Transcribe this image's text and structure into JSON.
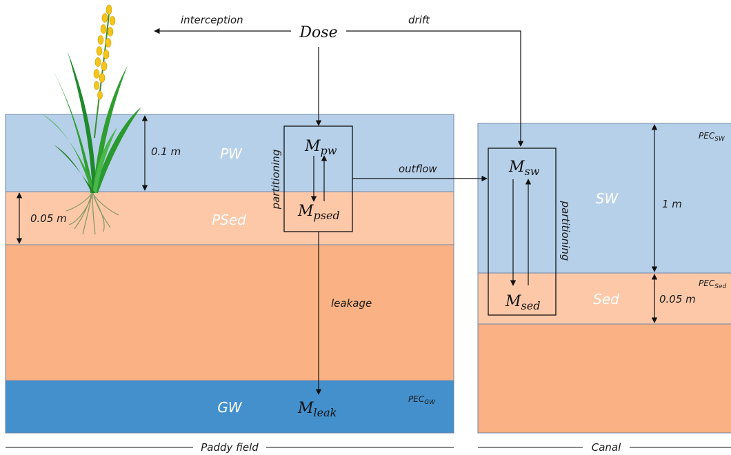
{
  "dose": {
    "label": "Dose"
  },
  "flows": {
    "interception": "interception",
    "drift": "drift",
    "outflow": "outflow",
    "leakage": "leakage",
    "partitioning_paddy": "partitioning",
    "partitioning_canal": "partitioning"
  },
  "paddy_field": {
    "title": "Paddy field",
    "layers": {
      "pw": "PW",
      "psed": "PSed",
      "gw": "GW"
    },
    "depths": {
      "pw": "0.1 m",
      "psed": "0.05 m"
    },
    "masses": {
      "pw": {
        "base": "M",
        "sub": "pw"
      },
      "psed": {
        "base": "M",
        "sub": "psed"
      },
      "leak": {
        "base": "M",
        "sub": "leak"
      }
    },
    "pec_gw": {
      "base": "PEC",
      "sub": "GW"
    }
  },
  "canal": {
    "title": "Canal",
    "layers": {
      "sw": "SW",
      "sed": "Sed"
    },
    "depths": {
      "sw": "1 m",
      "sed": "0.05 m"
    },
    "masses": {
      "sw": {
        "base": "M",
        "sub": "sw"
      },
      "sed": {
        "base": "M",
        "sub": "sed"
      }
    },
    "pec_sw": {
      "base": "PEC",
      "sub": "SW"
    },
    "pec_sed": {
      "base": "PEC",
      "sub": "Sed"
    }
  },
  "colors": {
    "water": "#b6d0e9",
    "sediment_light": "#fcc8a8",
    "sediment_deep": "#fab183",
    "groundwater": "#4390cd",
    "layer_border": "#6f86a6",
    "plant_leaf": "#2f9e2f",
    "plant_grain": "#f5c518",
    "root": "#8a9a6a"
  }
}
